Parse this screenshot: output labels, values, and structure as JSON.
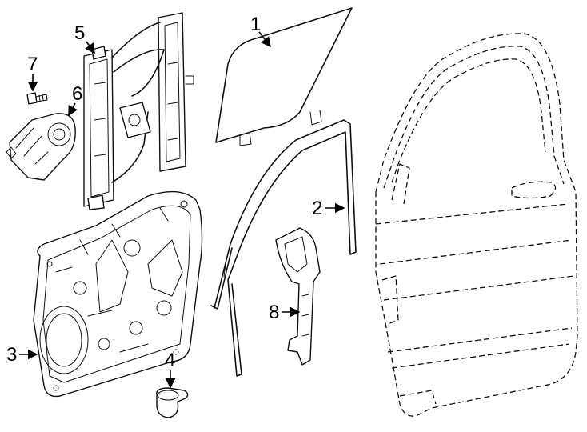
{
  "diagram": {
    "callouts": [
      {
        "id": "1",
        "label": "1"
      },
      {
        "id": "2",
        "label": "2"
      },
      {
        "id": "3",
        "label": "3"
      },
      {
        "id": "4",
        "label": "4"
      },
      {
        "id": "5",
        "label": "5"
      },
      {
        "id": "6",
        "label": "6"
      },
      {
        "id": "7",
        "label": "7"
      },
      {
        "id": "8",
        "label": "8"
      }
    ],
    "line_color": "#111111",
    "background": "#ffffff"
  }
}
